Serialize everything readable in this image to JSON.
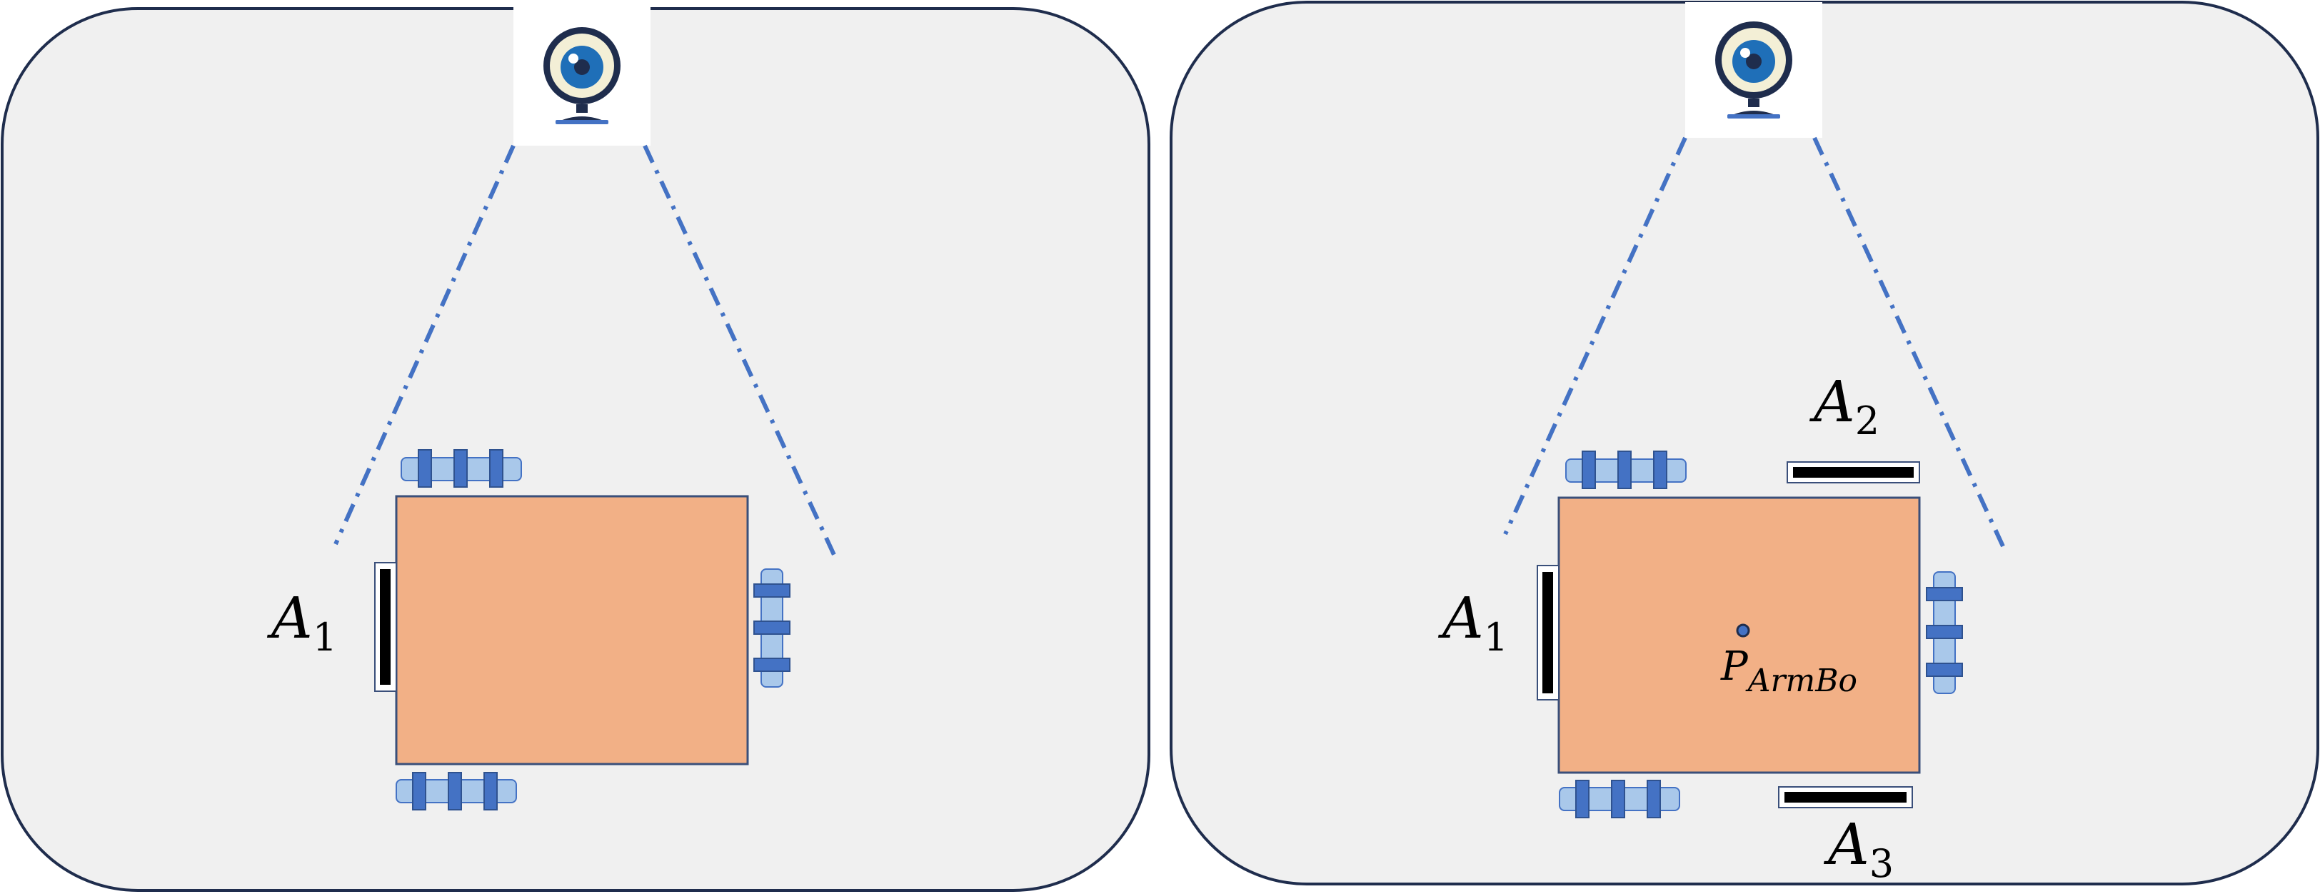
{
  "panels": [
    {
      "id": "left",
      "labels": [
        {
          "main": "A",
          "sub": "1"
        }
      ]
    },
    {
      "id": "right",
      "labels": [
        {
          "main": "A",
          "sub": "1"
        },
        {
          "main": "A",
          "sub": "2"
        },
        {
          "main": "A",
          "sub": "3"
        },
        {
          "main": "P",
          "sub": "ArmBo"
        }
      ]
    }
  ],
  "colors": {
    "panel_fill": "#f0f0f0",
    "panel_stroke": "#1f2d4d",
    "robot_body": "#f2b086",
    "wheel_light": "#a9c8ea",
    "wheel_dark": "#4472c4",
    "fov_line": "#4472c4",
    "marker_fill": "#000000",
    "camera_iris": "#1f6fb8"
  },
  "icons": [
    "camera-icon",
    "wheel-icon",
    "aruco-marker-icon",
    "reference-point-icon"
  ]
}
